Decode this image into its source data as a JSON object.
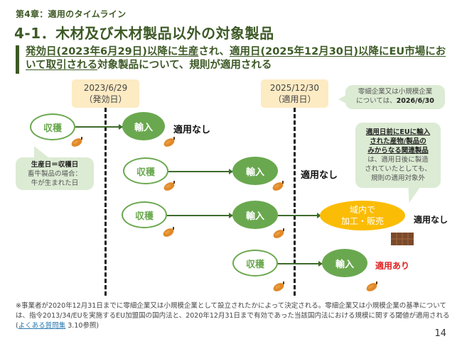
{
  "chapter": "第4章：適用のタイムライン",
  "title": "4-1．木材及び木材製品以外の対象製品",
  "lead": {
    "part1_underlined": "発効日(2023年6月29日)以降に生産",
    "part2": "され、",
    "part3_underlined": "適用日(2025年12月30日)以降にEU市場において取引される",
    "part4": "対象製品について、規則が適用される"
  },
  "timeline": {
    "date1": {
      "date": "2023/6/29",
      "label": "（発効日）"
    },
    "date2": {
      "date": "2025/12/30",
      "label": "（適用日）"
    }
  },
  "callouts": {
    "production_date": {
      "bold": "生産日＝収穫日",
      "line2": "畜牛製品の場合：",
      "line3": "牛が生まれた日"
    },
    "sme": {
      "line1": "零細企業又は小規模企業",
      "line2_prefix": "については、",
      "line2_bold": "2026/6/30"
    },
    "related_products": {
      "bold1": "適用日前にEUに輸入",
      "bold2": "された産物/製品の",
      "bold3": "みからなる関連製品",
      "line4": "は、適用日後に製造",
      "line5": "されていたとしても、",
      "line6": "規則の適用対象外"
    }
  },
  "nodes": {
    "harvest": "収穫",
    "import": "輸入",
    "process_line1": "域内で",
    "process_line2": "加工・販売"
  },
  "results": {
    "not_applicable": "適用なし",
    "applicable": "適用あり"
  },
  "icons": {
    "bean": "cocoa-bean-icon",
    "chocolate": "chocolate-bar-icon"
  },
  "footnote": {
    "text1": "※事業者が2020年12月31日までに零細企業又は小規模企業として設立されたかによって決定される。零細企業又は小規模企業の基準については、指令2013/34/EUを実施するEU加盟国の国内法と、2020年12月31日まで有効であった当該国内法における規模に関する閾値が適用される(",
    "link": "よくある質問集",
    "text2": " 3.10参照)"
  },
  "page_number": "14"
}
